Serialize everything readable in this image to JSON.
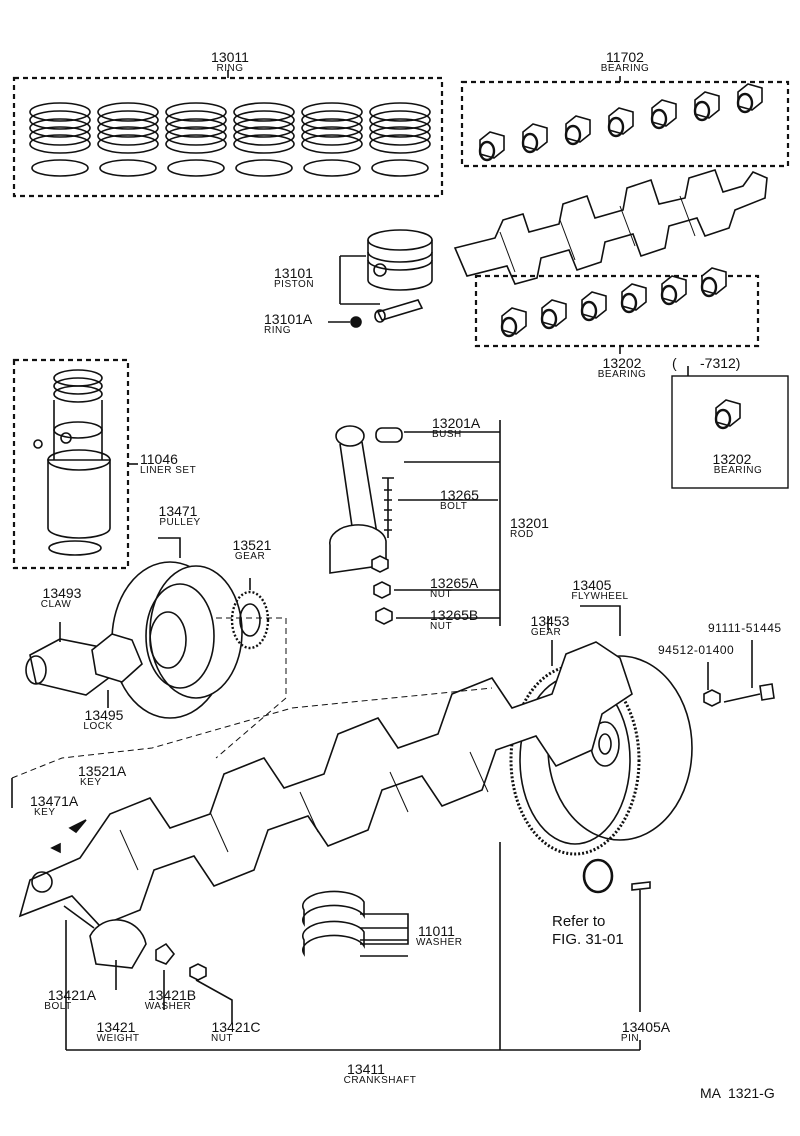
{
  "diagram_code": "MA  1321-G",
  "date_range": "(      -7312)",
  "reference": {
    "line1": "Refer to",
    "line2": "FIG. 31-01"
  },
  "parts": {
    "ring": {
      "number": "13011",
      "name": "RING"
    },
    "bearing_main": {
      "number": "11702",
      "name": "BEARING"
    },
    "piston": {
      "number": "13101",
      "name": "PISTON"
    },
    "piston_ring": {
      "number": "13101A",
      "name": "RING"
    },
    "bearing_rod": {
      "number": "13202",
      "name": "BEARING"
    },
    "bearing_rod2": {
      "number": "13202",
      "name": "BEARING"
    },
    "liner_set": {
      "number": "11046",
      "name": "LINER SET"
    },
    "bush": {
      "number": "13201A",
      "name": "BUSH"
    },
    "bolt_rod": {
      "number": "13265",
      "name": "BOLT"
    },
    "rod": {
      "number": "13201",
      "name": "ROD"
    },
    "nut_a": {
      "number": "13265A",
      "name": "NUT"
    },
    "nut_b": {
      "number": "13265B",
      "name": "NUT"
    },
    "pulley": {
      "number": "13471",
      "name": "PULLEY"
    },
    "gear_pulley": {
      "number": "13521",
      "name": "GEAR"
    },
    "claw": {
      "number": "13493",
      "name": "CLAW"
    },
    "lock": {
      "number": "13495",
      "name": "LOCK"
    },
    "flywheel": {
      "number": "13405",
      "name": "FLYWHEEL"
    },
    "gear_fly": {
      "number": "13453",
      "name": "GEAR"
    },
    "bolt_fly": {
      "number": "91111-51445"
    },
    "nut_fly": {
      "number": "94512-01400"
    },
    "key_a": {
      "number": "13521A",
      "name": "KEY"
    },
    "key_b": {
      "number": "13471A",
      "name": "KEY"
    },
    "washer": {
      "number": "11011",
      "name": "WASHER"
    },
    "bolt_wt": {
      "number": "13421A",
      "name": "BOLT"
    },
    "washer_wt": {
      "number": "13421B",
      "name": "WASHER"
    },
    "weight": {
      "number": "13421",
      "name": "WEIGHT"
    },
    "nut_wt": {
      "number": "13421C",
      "name": "NUT"
    },
    "pin": {
      "number": "13405A",
      "name": "PIN"
    },
    "crankshaft": {
      "number": "13411",
      "name": "CRANKSHAFT"
    }
  }
}
